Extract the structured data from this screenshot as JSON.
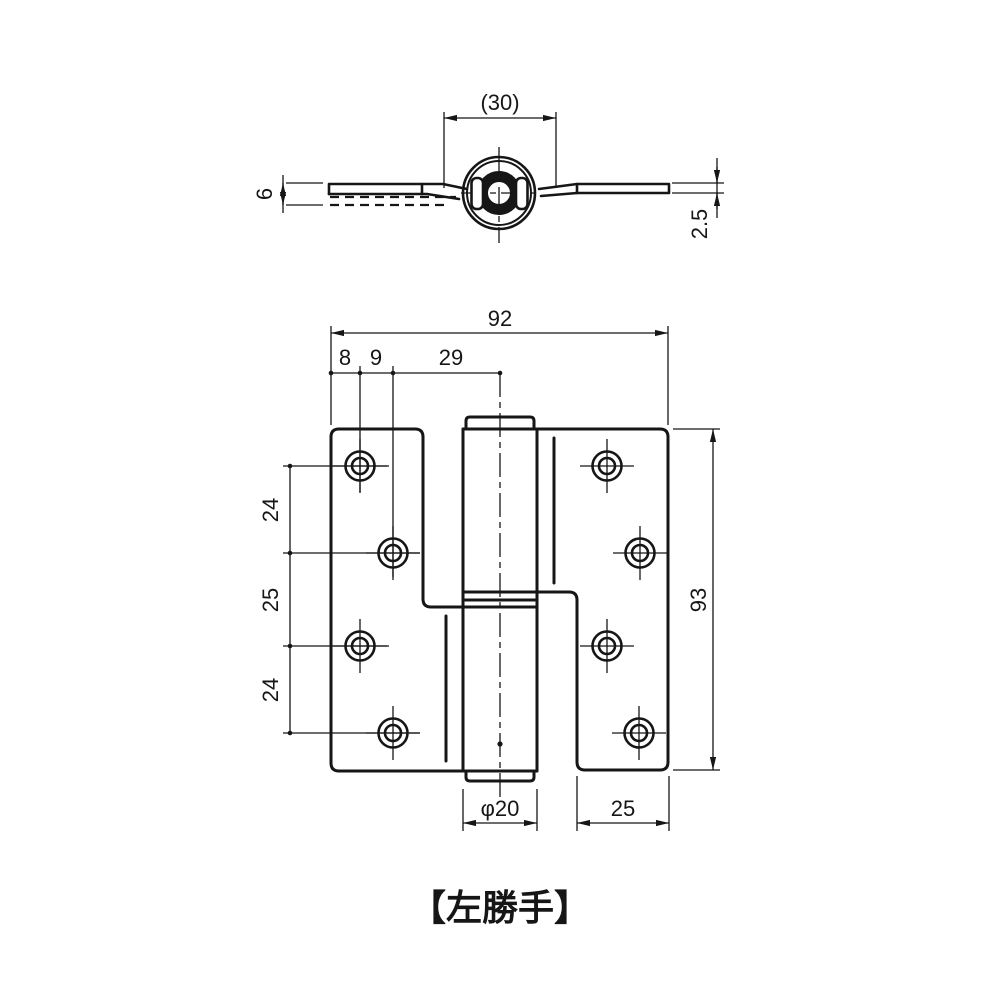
{
  "caption": "【左勝手】",
  "colors": {
    "line": "#161616",
    "background": "#ffffff"
  },
  "top_view": {
    "dim_knuckle_width": "(30)",
    "dim_left_leaf_thickness": "6",
    "dim_right_leaf_thickness": "2.5"
  },
  "front_view": {
    "dim_overall_width": "92",
    "dim_edge_to_hole_col": "8",
    "dim_hole_col_gap": "9",
    "dim_col_to_centerline": "29",
    "dim_hole_pitch_top": "24",
    "dim_hole_pitch_middle": "25",
    "dim_hole_pitch_bottom": "24",
    "dim_overall_height": "93",
    "dim_barrel_diameter": "φ20",
    "dim_bottom_flange_width": "25"
  }
}
